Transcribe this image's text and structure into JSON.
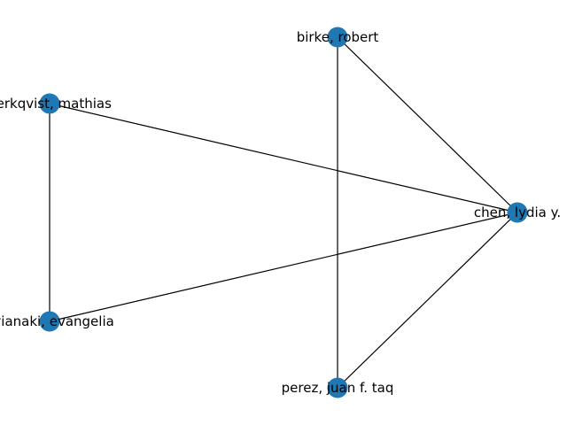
{
  "graph": {
    "node_color": "#1f77b4",
    "edge_color": "#000000",
    "nodes": [
      {
        "id": "birke",
        "label": "birke, robert"
      },
      {
        "id": "berkqvist",
        "label": "berkqvist, mathias"
      },
      {
        "id": "chen",
        "label": "chen, lydia y."
      },
      {
        "id": "avianaki",
        "label": "avianaki, evangelia"
      },
      {
        "id": "perez",
        "label": "perez, juan f. taq"
      }
    ],
    "edges": [
      {
        "source": "birke",
        "target": "chen"
      },
      {
        "source": "birke",
        "target": "perez"
      },
      {
        "source": "berkqvist",
        "target": "chen"
      },
      {
        "source": "berkqvist",
        "target": "avianaki"
      },
      {
        "source": "chen",
        "target": "avianaki"
      },
      {
        "source": "chen",
        "target": "perez"
      }
    ]
  }
}
